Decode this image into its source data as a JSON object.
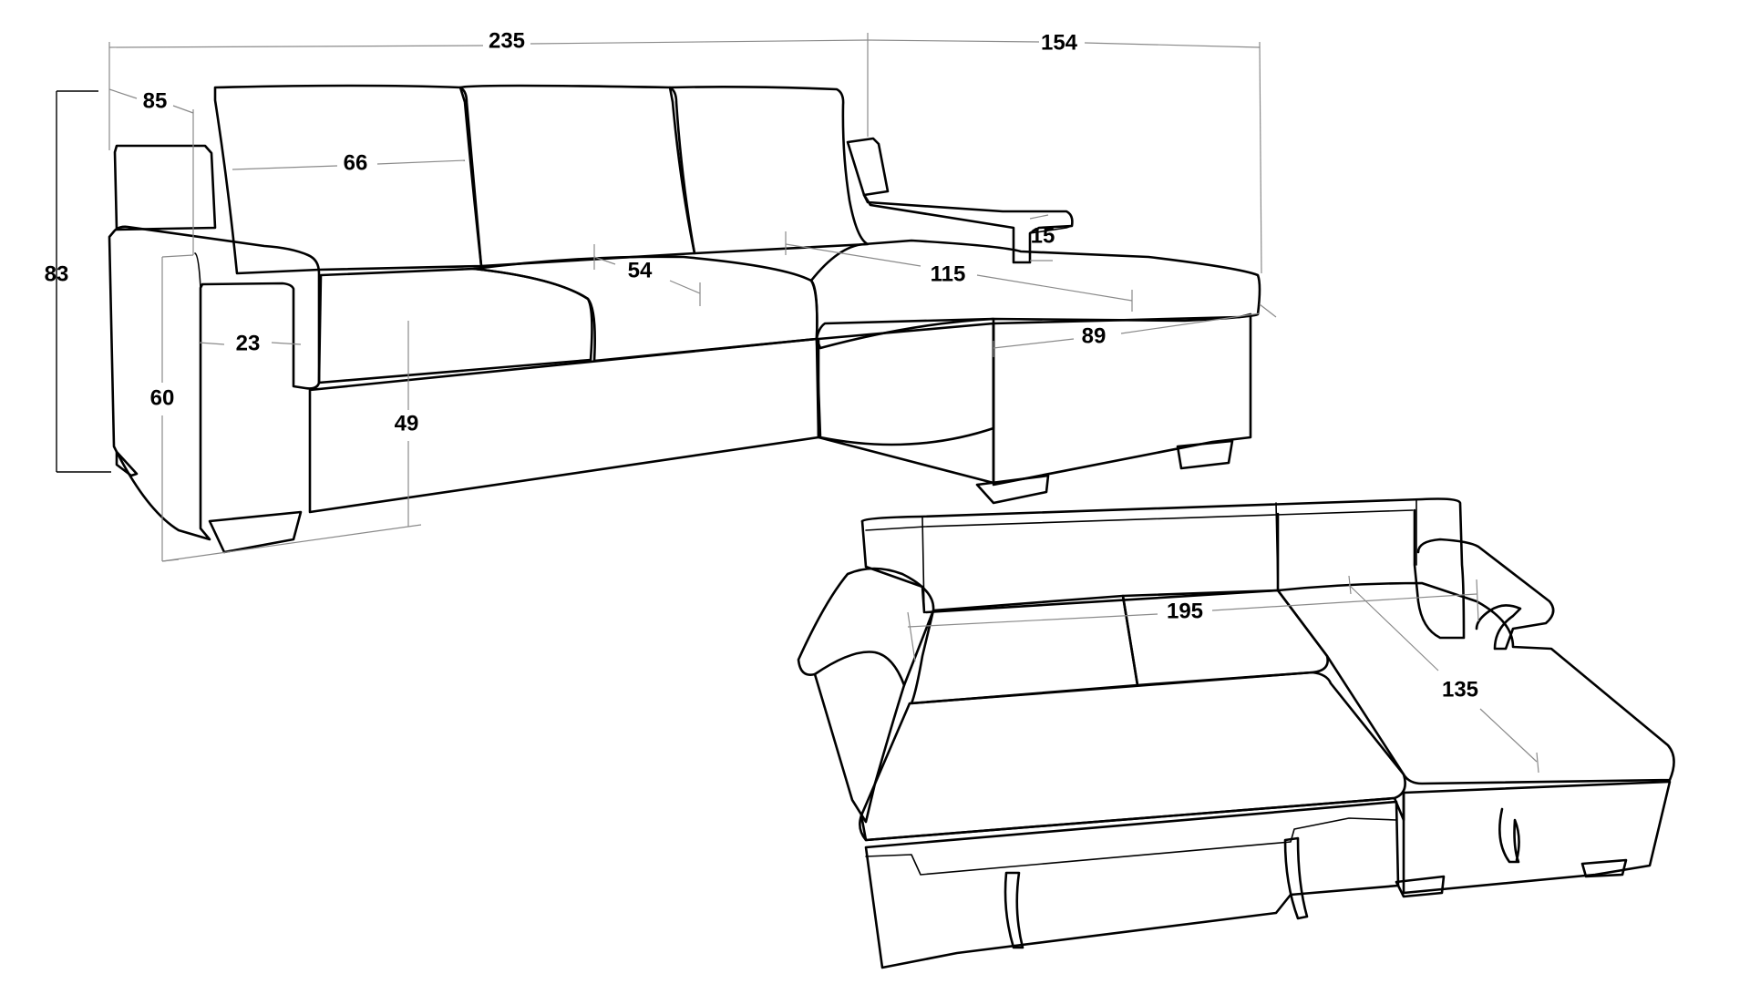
{
  "dimensions": {
    "total_width": "235",
    "chaise_width": "154",
    "depth": "85",
    "total_height": "83",
    "backrest_cushion": "66",
    "seat_depth": "54",
    "chaise_length": "115",
    "chaise_armrest": "15",
    "armrest_width": "23",
    "armrest_height": "60",
    "seat_height": "49",
    "chaise_depth": "89",
    "bed_width": "195",
    "bed_length": "135"
  }
}
